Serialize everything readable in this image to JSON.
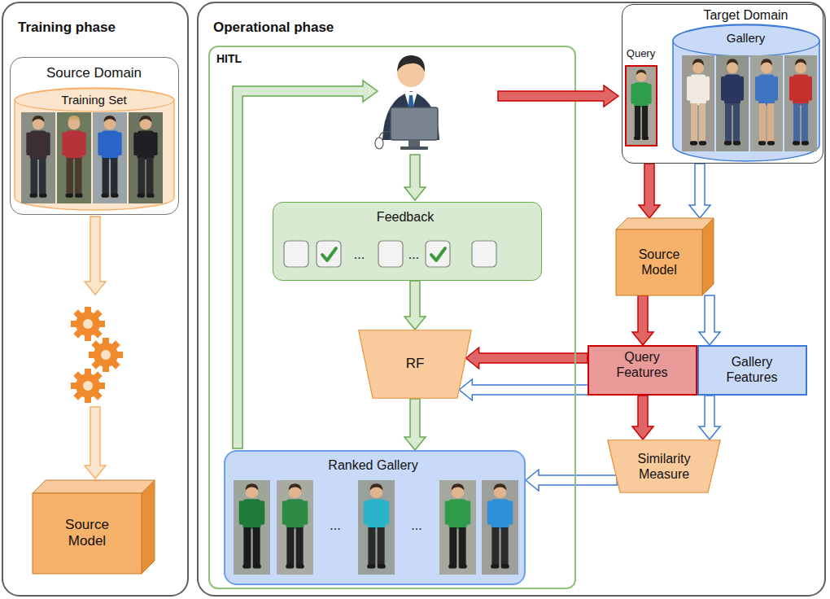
{
  "diagram": {
    "nodes": [
      {
        "text": [
          "Training phase"
        ]
      },
      {
        "text": [
          "Source Domain"
        ],
        "in": 0
      },
      {
        "text": [
          "Training Set"
        ],
        "in": 1
      },
      {
        "text": [
          "Source Model"
        ],
        "in": 0
      },
      {
        "text": [
          "Operational phase"
        ]
      },
      {
        "text": [
          "HITL"
        ],
        "in": 4
      },
      {
        "text": [
          "Feedback",
          "...",
          "..."
        ],
        "in": 5
      },
      {
        "text": [
          "RF"
        ],
        "in": 5
      },
      {
        "text": [
          "Ranked Gallery",
          "...",
          "..."
        ],
        "in": 5
      },
      {
        "text": [
          "Target Domain"
        ],
        "in": 4
      },
      {
        "text": [
          "Query"
        ],
        "in": 9
      },
      {
        "text": [
          "Gallery"
        ],
        "in": 9
      },
      {
        "text": [
          "Source Model"
        ],
        "in": 4
      },
      {
        "text": [
          "Query Features"
        ],
        "in": 4
      },
      {
        "text": [
          "Gallery Features"
        ],
        "in": 4
      },
      {
        "text": [
          "Similarity Measure"
        ],
        "in": 4
      }
    ],
    "edges": [
      {
        "from": 6,
        "to": 7,
        "arrow": "to"
      },
      {
        "from": 7,
        "to": 8,
        "arrow": "to"
      },
      {
        "from": 9,
        "to": 12,
        "arrow": "to"
      },
      {
        "from": 9,
        "to": 12,
        "arrow": "to"
      },
      {
        "from": 12,
        "to": 13,
        "arrow": "to"
      },
      {
        "from": 12,
        "to": 14,
        "arrow": "to"
      },
      {
        "from": 13,
        "to": 7,
        "arrow": "to"
      },
      {
        "from": 14,
        "to": 7,
        "arrow": "to"
      },
      {
        "from": 13,
        "to": 15,
        "arrow": "to"
      },
      {
        "from": 14,
        "to": 15,
        "arrow": "to"
      },
      {
        "from": 15,
        "to": 8,
        "arrow": "to"
      }
    ]
  }
}
